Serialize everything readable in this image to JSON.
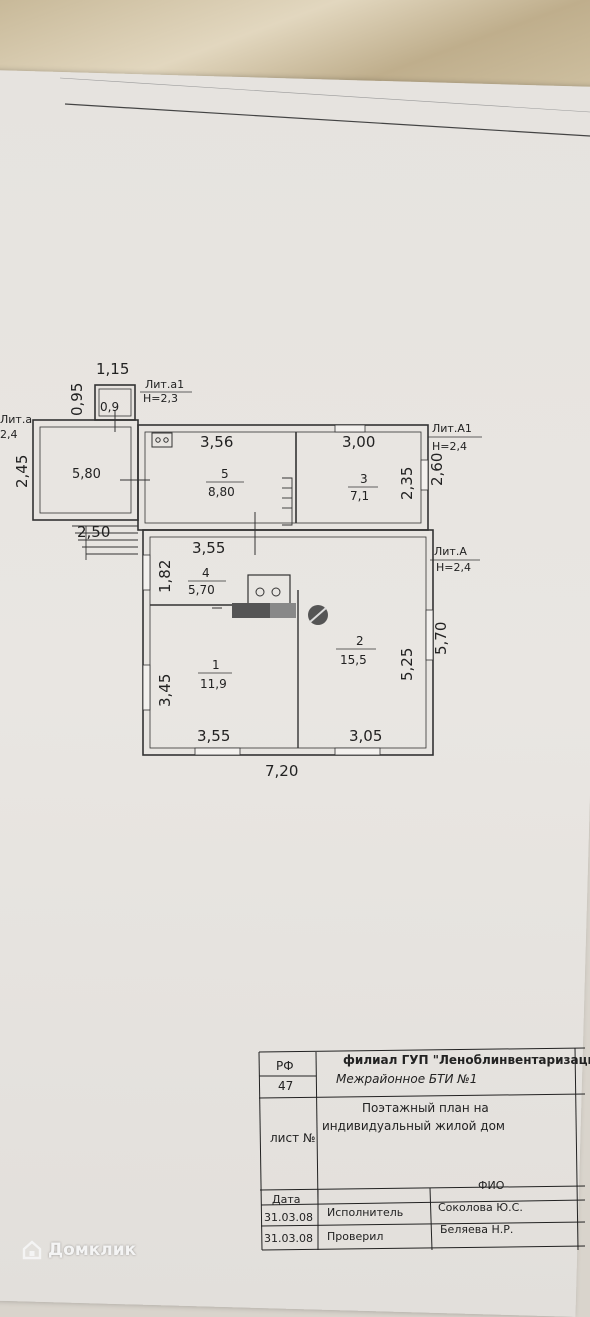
{
  "plan": {
    "dims": {
      "top_115": "1,15",
      "left_095": "0,95",
      "left_245": "2,45",
      "bottom_250": "2,50",
      "room5_top": "3,56",
      "room3_top": "3,00",
      "room3_h_inner": "2,35",
      "room3_h_outer": "2,60",
      "room4_top": "3,55",
      "room4_h": "1,82",
      "room1_h": "3,45",
      "room1_bottom": "3,55",
      "room2_bottom": "3,05",
      "room2_h_inner": "5,25",
      "room2_h_outer": "5,70",
      "total_width": "7,20"
    },
    "rooms": {
      "porch_area": "0,9",
      "veranda_area": "5,80",
      "room5_num": "5",
      "room5_area": "8,80",
      "room3_num": "3",
      "room3_area": "7,1",
      "room4_num": "4",
      "room4_area": "5,70",
      "room1_num": "1",
      "room1_area": "11,9",
      "room2_num": "2",
      "room2_area": "15,5"
    },
    "letters": {
      "a1_small": "Лит.а1",
      "a1_small_h": "Н=2,3",
      "a_small": "Лит.а",
      "a_small_h": "2,4",
      "A1": "Лит.А1",
      "A1_h": "Н=2,4",
      "A": "Лит.А",
      "A_h": "Н=2,4"
    }
  },
  "stamp": {
    "rf": "РФ",
    "rf_num": "47",
    "org1": "филиал ГУП \"Леноблинвентаризация\"",
    "org2": "Межрайонное БТИ №1",
    "sheet": "лист №",
    "title1": "Поэтажный план на",
    "title2": "индивидуальный жилой дом",
    "fio": "ФИО",
    "date_label": "Дата",
    "date1": "31.03.08",
    "role1": "Исполнитель",
    "name1": "Соколова Ю.С.",
    "date2": "31.03.08",
    "role2": "Проверил",
    "name2": "Беляева Н.Р."
  },
  "watermark": {
    "text": "Домклик"
  }
}
